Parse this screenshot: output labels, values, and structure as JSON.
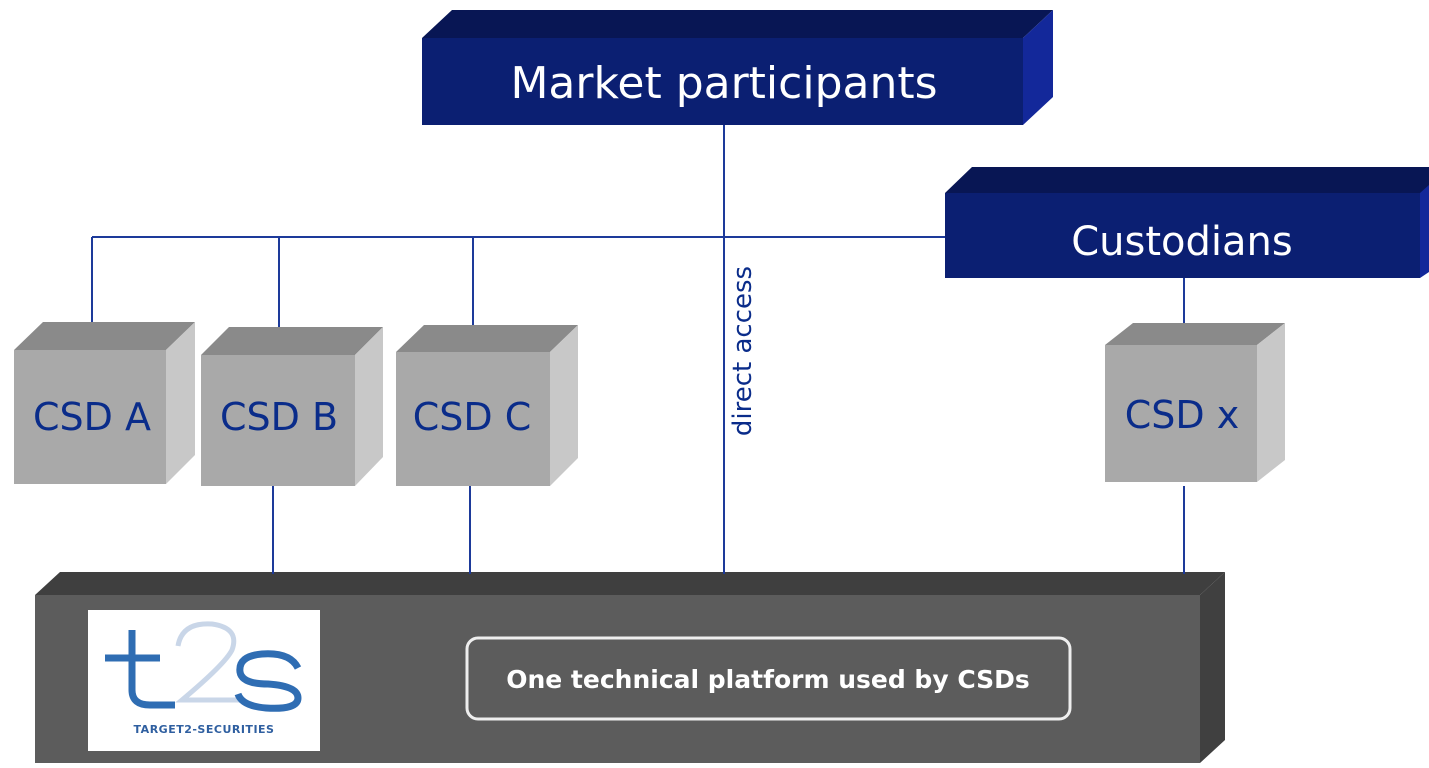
{
  "market_participants": {
    "label": "Market participants"
  },
  "custodians": {
    "label": "Custodians"
  },
  "direct_access": {
    "label": "direct access"
  },
  "csds": [
    {
      "label": "CSD A"
    },
    {
      "label": "CSD B"
    },
    {
      "label": "CSD C"
    },
    {
      "label": "CSD x"
    }
  ],
  "platform": {
    "label": "One technical platform used by CSDs"
  },
  "logo": {
    "mark": "t2s",
    "subtitle": "TARGET2-SECURITIES"
  },
  "colors": {
    "navy_box": "#0b1f72",
    "grey_box": "#a9a9a9",
    "platform_box": "#5c5c5c",
    "connector": "#1d3a9a",
    "csd_text": "#0a2c8a",
    "logo_blue": "#2f6db3"
  }
}
